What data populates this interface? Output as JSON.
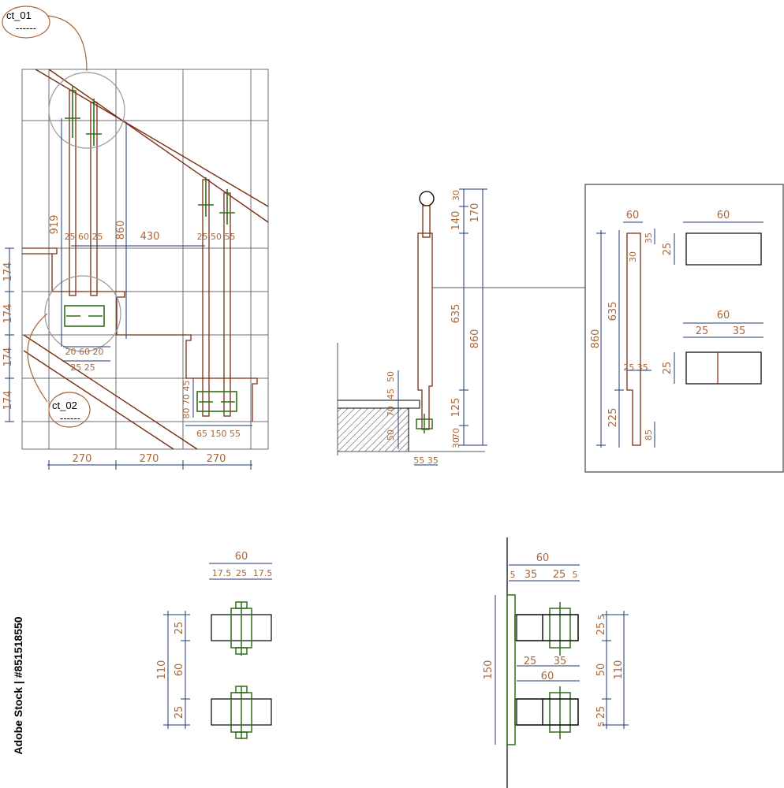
{
  "colors": {
    "grid": "#6e6e6e",
    "dimension_line": "#1f3a73",
    "dimension_text": "#a8683a",
    "steel": "#7a2e12",
    "bolt": "#2f6e1a",
    "callout": "#a8683a"
  },
  "tags": {
    "ct01_label": "ct_01",
    "ct01_sub": "------",
    "ct02_label": "ct_02",
    "ct02_sub": "------"
  },
  "elevation": {
    "riser_dims": [
      "174",
      "174",
      "174",
      "174"
    ],
    "bottom_dims": [
      "270",
      "270",
      "270"
    ],
    "post_height": "919",
    "rail_height": "860",
    "spacing": "430",
    "post_pair_left": "25 60 25",
    "post_pair_right": "25 50 55",
    "bracket_top": "20 60 20",
    "bracket_bottom": "25 25",
    "right_bracket": "65 150 55",
    "right_vertical": "80 70 45"
  },
  "section": {
    "dims_right": [
      "30",
      "140",
      "170",
      "635",
      "860",
      "125",
      "70",
      "30"
    ],
    "dims_left": [
      "50",
      "45",
      "70",
      "50"
    ],
    "bottom": "55 35"
  },
  "detail_box": {
    "top_width": "60",
    "right_top": "35",
    "flat_width": "60",
    "flat_height": "25",
    "split_width": "60",
    "split_left": "25",
    "split_right": "35",
    "split_height": "25",
    "left_total": "860",
    "left_upper": "635",
    "left_lower": "225",
    "notch_30": "30",
    "notch_2535": "25 35",
    "bottom_85": "85"
  },
  "plan_left": {
    "width": "60",
    "subwidths": [
      "17.5",
      "25",
      "17.5"
    ],
    "total": "110",
    "parts": [
      "25",
      "60",
      "25"
    ]
  },
  "plan_right": {
    "width": "60",
    "subwidths": [
      "5",
      "35",
      "25",
      "5"
    ],
    "mid_width": "60",
    "mid_subs": [
      "25",
      "35"
    ],
    "plate": "150",
    "total": "110",
    "parts": [
      "5",
      "25",
      "50",
      "25",
      "5"
    ]
  },
  "watermark": "Adobe Stock | #851518550"
}
